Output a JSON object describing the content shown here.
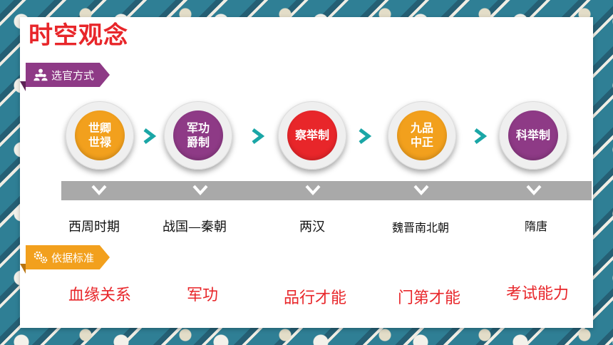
{
  "title": "时空观念",
  "banners": {
    "selection": "选官方式",
    "basis": "依据标准"
  },
  "stages": [
    {
      "label": "世卿\n世禄",
      "color": "#f2a01d",
      "era": "西周时期",
      "criterion": "血缘关系"
    },
    {
      "label": "军功\n爵制",
      "color": "#8e3a86",
      "era": "战国—秦朝",
      "criterion": "军功"
    },
    {
      "label": "察举制",
      "color": "#e8262a",
      "era": "两汉",
      "criterion": "品行才能"
    },
    {
      "label": "九品\n中正",
      "color": "#f2a01d",
      "era": "魏晋南北朝",
      "criterion": "门第才能"
    },
    {
      "label": "科举制",
      "color": "#8e3a86",
      "era": "隋唐",
      "criterion": "考试能力"
    }
  ],
  "colors": {
    "title": "#e8262a",
    "arrow": "#1aa6a6",
    "timeline": "#a9a9a9"
  },
  "icons": {
    "selection": "people-icon",
    "basis": "gears-icon",
    "arrow": "chevron-right-icon",
    "timeline_marker": "chevron-down-icon"
  }
}
